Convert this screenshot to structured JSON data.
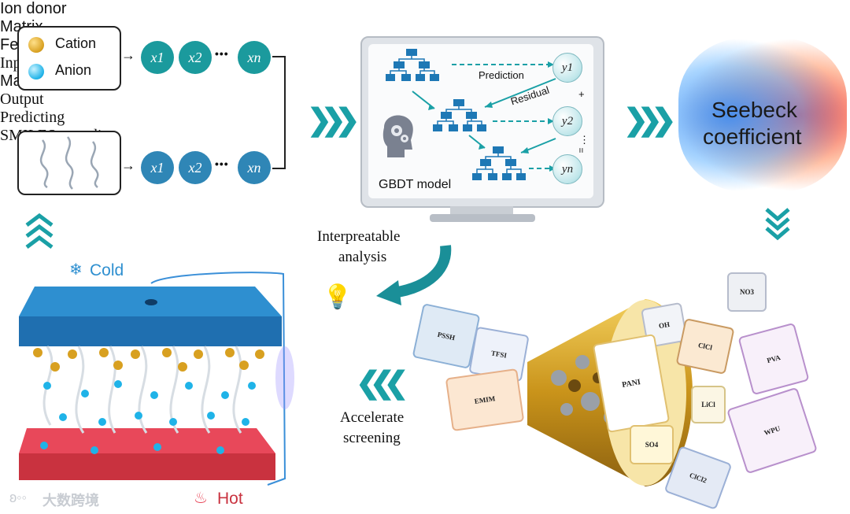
{
  "ion_donor": {
    "title": "Ion donor",
    "cation_label": "Cation",
    "anion_label": "Anion",
    "features": [
      "x1",
      "x2",
      "xn"
    ]
  },
  "matrix": {
    "title": "Matrix",
    "features": [
      "x1",
      "x2",
      "xn"
    ]
  },
  "features_label": "Features",
  "ellipsis": "•••",
  "input_label": "Input",
  "ml": {
    "title": "Machine learning",
    "prediction_label": "Prediction",
    "residual_label": "Residual",
    "model_label": "GBDT model",
    "outputs": [
      "y1",
      "y2",
      "yn"
    ],
    "plus": "+",
    "vdots": "⋮",
    "equals": "="
  },
  "output_label": "Output",
  "seebeck": {
    "line1": "Seebeck",
    "line2": "coefficient"
  },
  "predicting_label": "Predicting",
  "smiles_label": "SMILES encoding",
  "device": {
    "cold_label": "Cold",
    "hot_label": "Hot"
  },
  "interpret_label_1": "Interpreatable",
  "interpret_label_2": "analysis",
  "accelerate_label_1": "Accelerate",
  "accelerate_label_2": "screening",
  "molecules": [
    "PSSH",
    "TFSI",
    "EMIM",
    "OH",
    "PANI",
    "SO4",
    "ClCl",
    "NO3",
    "PVA",
    "LiCl",
    "WPU",
    "ClCl2"
  ],
  "watermark": "大数跨境",
  "colors": {
    "teal": "#1b9a9d",
    "blue": "#2f86b6",
    "cold_plate": "#2e8fd0",
    "hot_plate": "#e8485a",
    "gold": "#d8a020",
    "cyan_chevron": "#1aa0a6"
  }
}
